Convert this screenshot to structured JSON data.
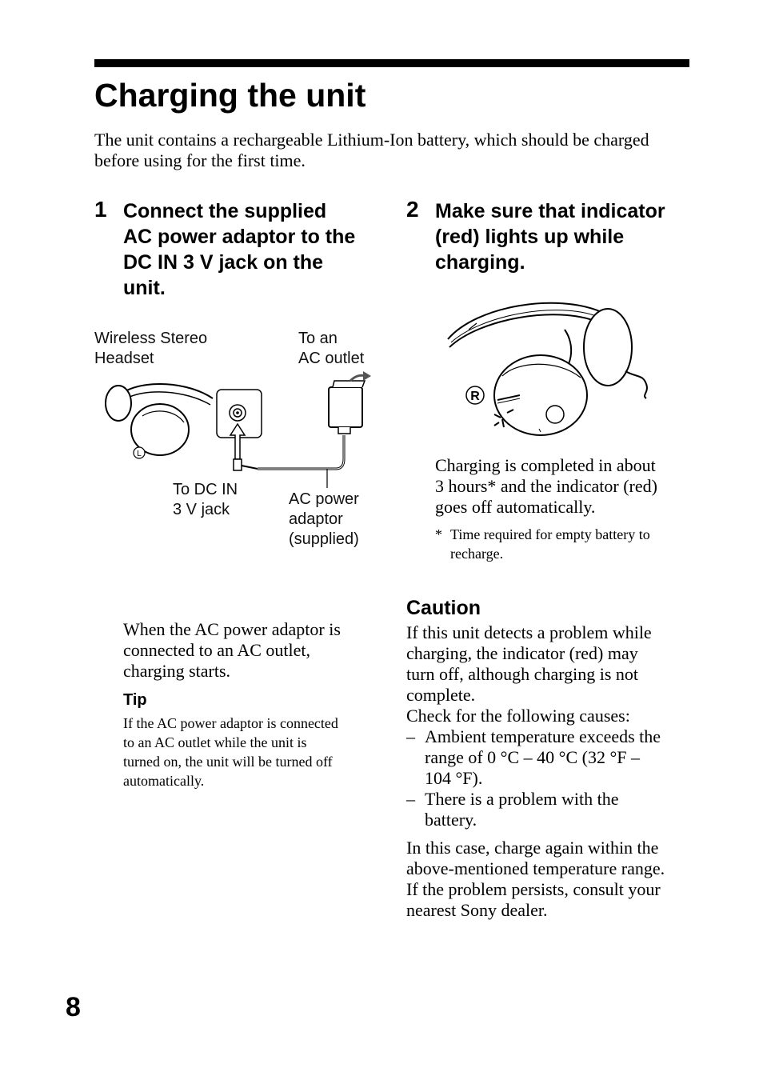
{
  "title": "Charging the unit",
  "intro": "The unit contains a rechargeable Lithium-Ion battery, which should be charged before using for the first time.",
  "step1": {
    "number": "1",
    "line1": "Connect the supplied",
    "line2": "AC power adaptor to the",
    "line3": "DC IN 3 V jack on the",
    "line4": "unit."
  },
  "step2": {
    "number": "2",
    "line1": "Make sure that indicator",
    "line2": "(red) lights up while",
    "line3": "charging."
  },
  "figure1": {
    "headset_label_1": "Wireless Stereo",
    "headset_label_2": "Headset",
    "outlet_label_1": "To an",
    "outlet_label_2": "AC outlet",
    "jack_label_1": "To DC IN",
    "jack_label_2": "3 V jack",
    "adaptor_label_1": "AC power",
    "adaptor_label_2": "adaptor",
    "adaptor_label_3": "(supplied)",
    "left_mark": "L"
  },
  "figure2": {
    "right_mark": "R"
  },
  "charging_done": {
    "line1": "Charging is completed in about",
    "line2": "3 hours* and the indicator (red)",
    "line3": "goes off automatically."
  },
  "footnote": {
    "mark": "*",
    "line1": "Time required for empty battery to",
    "line2": "recharge."
  },
  "charging_starts": {
    "line1": "When the AC power adaptor is",
    "line2": "connected to an AC outlet,",
    "line3": "charging starts."
  },
  "tip": {
    "heading": "Tip",
    "line1": "If the AC power adaptor is connected",
    "line2": "to an AC outlet while the unit is",
    "line3": "turned on, the unit will be turned off",
    "line4": "automatically."
  },
  "caution": {
    "heading": "Caution",
    "lines": [
      "If this unit detects a problem while",
      "charging, the indicator (red) may",
      "turn off, although charging is not",
      "complete.",
      "Check for the following causes:"
    ],
    "bullet_dash": "–",
    "bullet1": [
      "Ambient temperature exceeds the",
      "range of 0 °C – 40 °C (32 °F –",
      "104 °F)."
    ],
    "bullet2": [
      "There is a problem with the",
      "battery."
    ],
    "closing": [
      "In this case, charge again within the",
      "above-mentioned temperature range.",
      "If the problem persists, consult your",
      "nearest Sony dealer."
    ]
  },
  "page_number": "8"
}
